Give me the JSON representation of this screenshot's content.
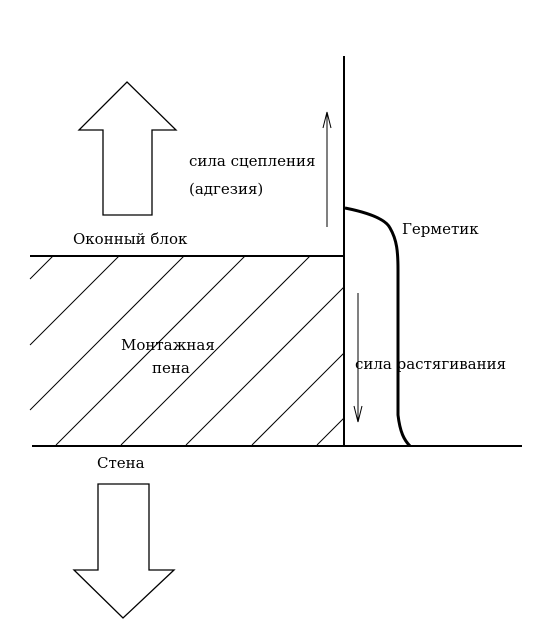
{
  "labels": {
    "adhesion_line1": "сила сцепления",
    "adhesion_line2": "(адгезия)",
    "window_block": "Оконный блок",
    "sealant": "Герметик",
    "foam_line1": "Монтажная",
    "foam_line2": "пена",
    "tension": "сила растягивания",
    "wall": "Стена"
  },
  "colors": {
    "line": "#000000",
    "background": "#ffffff"
  }
}
